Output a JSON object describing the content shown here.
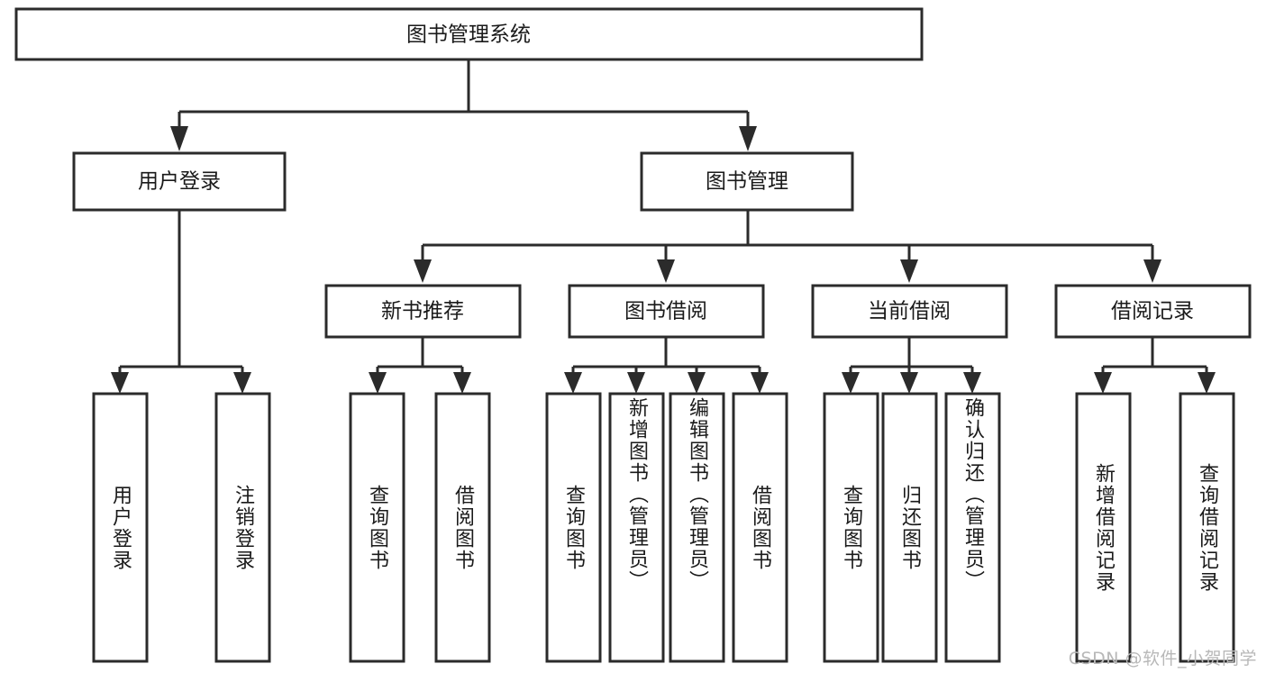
{
  "diagram": {
    "type": "tree",
    "title": "图书管理系统",
    "orientation": "top-down",
    "colors": {
      "box_fill": "#ffffff",
      "box_stroke": "#2b2b2b",
      "text": "#1a1a1a",
      "watermark": "#b8b8b8",
      "background": "#ffffff"
    },
    "root": {
      "label": "图书管理系统"
    },
    "level2": [
      {
        "label": "用户登录"
      },
      {
        "label": "图书管理"
      }
    ],
    "level3": [
      {
        "label": "新书推荐"
      },
      {
        "label": "图书借阅"
      },
      {
        "label": "当前借阅"
      },
      {
        "label": "借阅记录"
      }
    ],
    "leaves": {
      "user_login": [
        {
          "label": "用户登录"
        },
        {
          "label": "注销登录"
        }
      ],
      "new_book": [
        {
          "label": "查询图书"
        },
        {
          "label": "借阅图书"
        }
      ],
      "borrow_book": [
        {
          "label": "查询图书"
        },
        {
          "label": "新增图书（管理员）"
        },
        {
          "label": "编辑图书（管理员）"
        },
        {
          "label": "借阅图书"
        }
      ],
      "current_borrow": [
        {
          "label": "查询图书"
        },
        {
          "label": "归还图书"
        },
        {
          "label": "确认归还（管理员）"
        }
      ],
      "borrow_record": [
        {
          "label": "新增借阅记录"
        },
        {
          "label": "查询借阅记录"
        }
      ]
    }
  },
  "watermark": {
    "text": "CSDN @软件_小贺同学"
  }
}
